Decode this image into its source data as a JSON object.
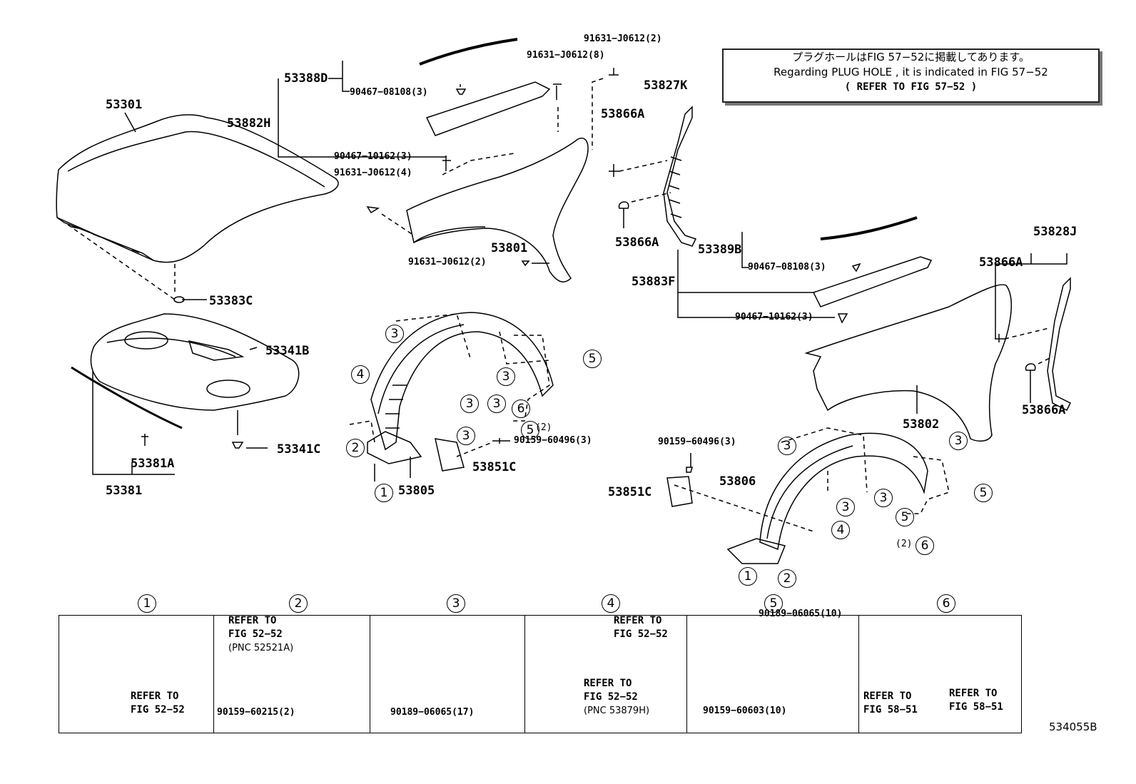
{
  "note": {
    "line1": "プラグホールはFIG 57−52に掲載してあります。",
    "line2": "Regarding PLUG HOLE , it is indicated in FIG 57−52",
    "line3": "( REFER TO FIG 57−52 )"
  },
  "labels": {
    "p53301": "53301",
    "p53388D": "53388D",
    "p53882H": "53882H",
    "p90467_08108_a": "90467−08108(3)",
    "p90467_10162_a": "90467−10162(3)",
    "p91631_J0612_2_top": "91631−J0612(2)",
    "p91631_J0612_8": "91631−J0612(8)",
    "p91631_J0612_4": "91631−J0612(4)",
    "p53827K": "53827K",
    "p53866A_a": "53866A",
    "p53866A_b": "53866A",
    "p53801": "53801",
    "p91631_J0612_2_mid": "91631−J0612(2)",
    "p53383C": "53383C",
    "p53341B": "53341B",
    "p53341C": "53341C",
    "p53381A": "53381A",
    "p53381": "53381",
    "p53805": "53805",
    "p53851C_a": "53851C",
    "p90159_60496_a": "90159−60496(3)",
    "p53389B": "53389B",
    "p53883F": "53883F",
    "p90467_08108_b": "90467−08108(3)",
    "p90467_10162_b": "90467−10162(3)",
    "p53828J": "53828J",
    "p53866A_c": "53866A",
    "p53866A_d": "53866A",
    "p53802": "53802",
    "p90159_60496_b": "90159−60496(3)",
    "p53806": "53806",
    "p53851C_b": "53851C",
    "qty2_a": "(2)",
    "qty2_b": "(2)",
    "figcode": "534055B"
  },
  "callouts": {
    "c1": "1",
    "c2": "2",
    "c3": "3",
    "c4": "4",
    "c5": "5",
    "c6": "6"
  },
  "insets": [
    {
      "num": "1",
      "refer": "REFER TO",
      "fig": "FIG 52−52"
    },
    {
      "num": "2",
      "refer": "REFER TO",
      "fig": "FIG 52−52",
      "pnc": "(PNC 52521A)",
      "part": "90159−60215(2)"
    },
    {
      "num": "3",
      "part": "90189−06065(17)"
    },
    {
      "num": "4",
      "refer1": "REFER TO",
      "fig1": "FIG 52−52",
      "refer2": "REFER TO",
      "fig2": "FIG 52−52",
      "pnc": "(PNC 53879H)"
    },
    {
      "num": "5",
      "part1": "90189−06065(10)",
      "part2": "90159−60603(10)"
    },
    {
      "num": "6",
      "refer1": "REFER TO",
      "fig1": "FIG 58−51",
      "refer2": "REFER TO",
      "fig2": "FIG 58−51"
    }
  ]
}
